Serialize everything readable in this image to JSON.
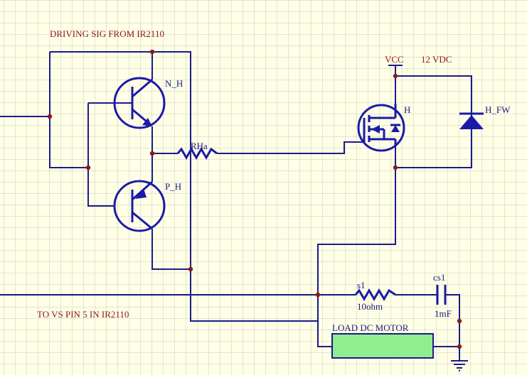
{
  "labels": {
    "driving_signal": "DRIVING SIG FROM IR2110",
    "to_vs_pin": "TO VS PIN 5 IN IR2110",
    "vcc": "VCC",
    "supply_voltage": "12 VDC",
    "load": "LOAD DC MOTOR"
  },
  "components": {
    "npn_transistor": "N_H",
    "pnp_transistor": "P_H",
    "gate_resistor": "RHa",
    "mosfet": "H",
    "freewheel_diode": "H_FW",
    "snubber_resistor": {
      "ref": "s1",
      "value": "10ohm"
    },
    "snubber_capacitor": {
      "ref": "cs1",
      "value": "1mF"
    }
  },
  "colors": {
    "background": "#ffffe6",
    "grid": "#c8c8c8",
    "wire": "#1b1b8a",
    "component": "#1a1aa8",
    "junction": "#8b1a1a",
    "load_fill": "#90ee90"
  },
  "icons": [
    "npn-transistor-icon",
    "pnp-transistor-icon",
    "resistor-icon",
    "n-mosfet-icon",
    "diode-icon",
    "capacitor-icon",
    "ground-icon",
    "power-port-icon"
  ]
}
